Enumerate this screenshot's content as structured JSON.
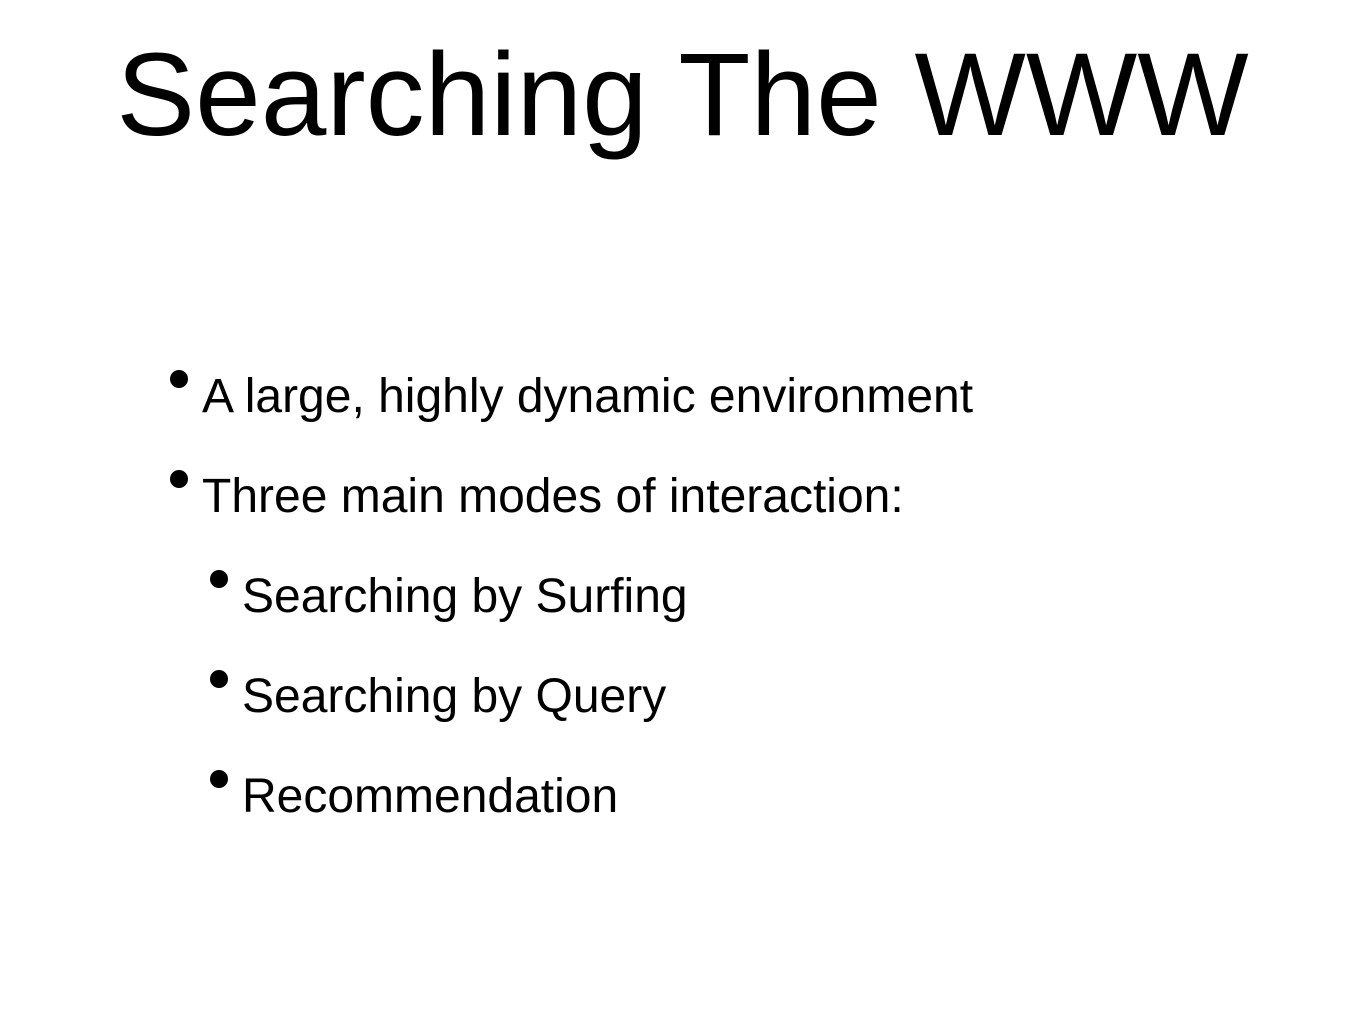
{
  "slide": {
    "title": "Searching The WWW",
    "bullets": [
      {
        "level": 1,
        "text": "A large, highly dynamic environment"
      },
      {
        "level": 1,
        "text": "Three main modes of interaction:"
      },
      {
        "level": 2,
        "text": "Searching by Surfing"
      },
      {
        "level": 2,
        "text": "Searching by Query"
      },
      {
        "level": 2,
        "text": "Recommendation"
      }
    ]
  }
}
